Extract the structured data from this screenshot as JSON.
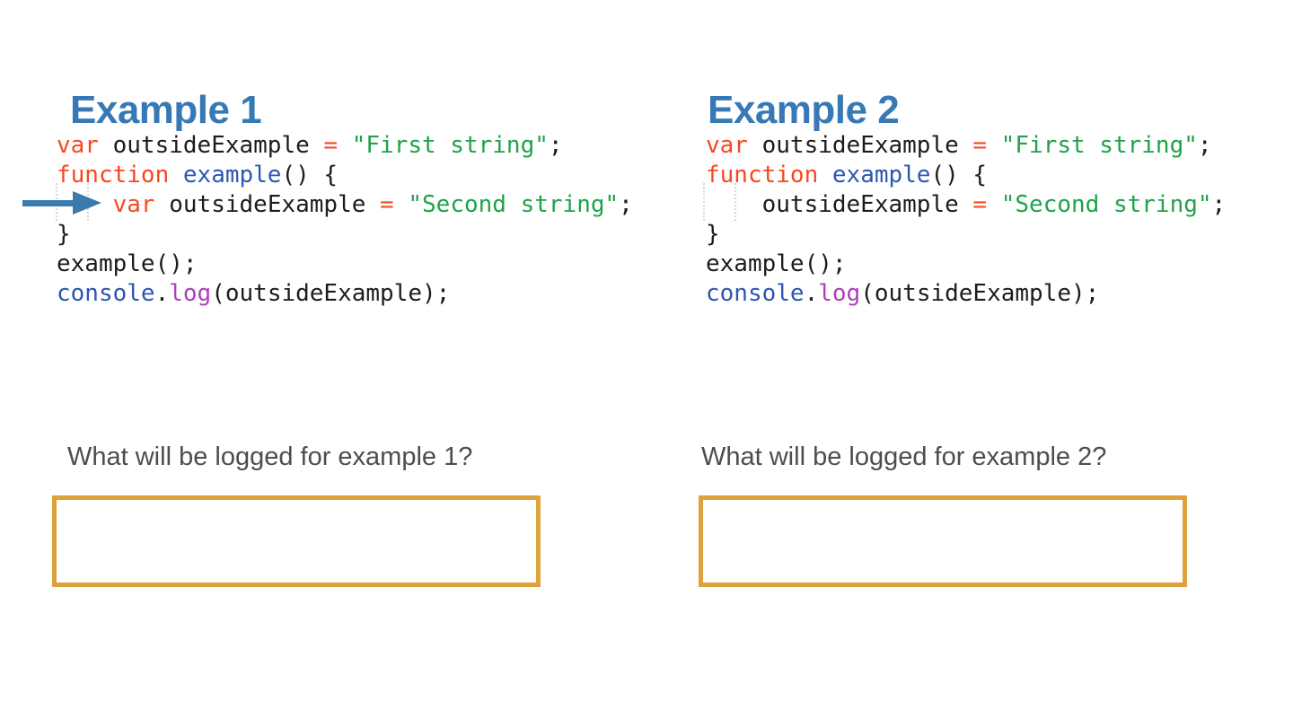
{
  "colors": {
    "heading": "#3779B5",
    "keyword": "#F7481F",
    "operator": "#F7481F",
    "plain": "#1C1C1C",
    "func": "#2B57B2",
    "string": "#1FA24A",
    "method": "#AF3DBE",
    "arrow": "#3B7AAD",
    "boxBorder": "#DDA23C",
    "question": "#4D4D4D"
  },
  "examples": [
    {
      "title": "Example 1",
      "question": "What will be logged for example 1?",
      "answer_value": "",
      "code": [
        [
          {
            "t": "var",
            "c": "keyword"
          },
          {
            "t": " outsideExample ",
            "c": "plain"
          },
          {
            "t": "=",
            "c": "operator"
          },
          {
            "t": " ",
            "c": "plain"
          },
          {
            "t": "\"First string\"",
            "c": "string"
          },
          {
            "t": ";",
            "c": "plain"
          }
        ],
        [
          {
            "t": "function",
            "c": "keyword"
          },
          {
            "t": " ",
            "c": "plain"
          },
          {
            "t": "example",
            "c": "func"
          },
          {
            "t": "() {",
            "c": "plain"
          }
        ],
        [
          {
            "t": "    ",
            "c": "plain"
          },
          {
            "t": "var",
            "c": "keyword"
          },
          {
            "t": " outsideExample ",
            "c": "plain"
          },
          {
            "t": "=",
            "c": "operator"
          },
          {
            "t": " ",
            "c": "plain"
          },
          {
            "t": "\"Second string\"",
            "c": "string"
          },
          {
            "t": ";",
            "c": "plain"
          }
        ],
        [
          {
            "t": "}",
            "c": "plain"
          }
        ],
        [
          {
            "t": "example();",
            "c": "plain"
          }
        ],
        [
          {
            "t": "console",
            "c": "func"
          },
          {
            "t": ".",
            "c": "plain"
          },
          {
            "t": "log",
            "c": "method"
          },
          {
            "t": "(outsideExample);",
            "c": "plain"
          }
        ]
      ]
    },
    {
      "title": "Example 2",
      "question": "What will be logged for example 2?",
      "answer_value": "",
      "code": [
        [
          {
            "t": "var",
            "c": "keyword"
          },
          {
            "t": " outsideExample ",
            "c": "plain"
          },
          {
            "t": "=",
            "c": "operator"
          },
          {
            "t": " ",
            "c": "plain"
          },
          {
            "t": "\"First string\"",
            "c": "string"
          },
          {
            "t": ";",
            "c": "plain"
          }
        ],
        [
          {
            "t": "function",
            "c": "keyword"
          },
          {
            "t": " ",
            "c": "plain"
          },
          {
            "t": "example",
            "c": "func"
          },
          {
            "t": "() {",
            "c": "plain"
          }
        ],
        [
          {
            "t": "    outsideExample ",
            "c": "plain"
          },
          {
            "t": "=",
            "c": "operator"
          },
          {
            "t": " ",
            "c": "plain"
          },
          {
            "t": "\"Second string\"",
            "c": "string"
          },
          {
            "t": ";",
            "c": "plain"
          }
        ],
        [
          {
            "t": "}",
            "c": "plain"
          }
        ],
        [
          {
            "t": "example();",
            "c": "plain"
          }
        ],
        [
          {
            "t": "console",
            "c": "func"
          },
          {
            "t": ".",
            "c": "plain"
          },
          {
            "t": "log",
            "c": "method"
          },
          {
            "t": "(outsideExample);",
            "c": "plain"
          }
        ]
      ]
    }
  ]
}
